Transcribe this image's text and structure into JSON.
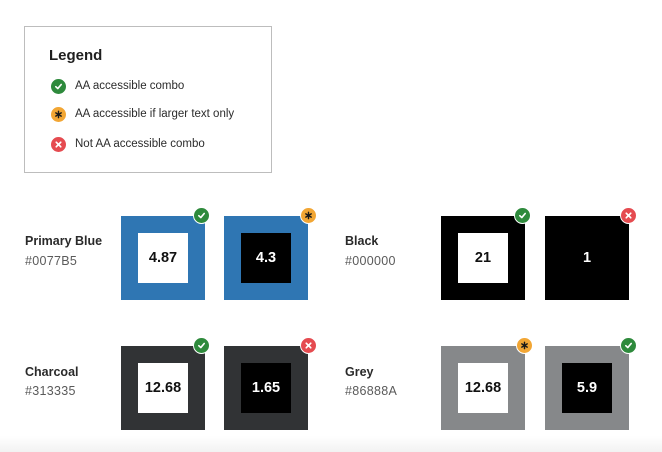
{
  "legend": {
    "title": "Legend",
    "items": [
      {
        "status": "pass",
        "icon": "check-icon",
        "label": "AA accessible combo"
      },
      {
        "status": "large",
        "icon": "asterisk-icon",
        "label": "AA accessible if larger text only"
      },
      {
        "status": "fail",
        "icon": "x-icon",
        "label": "Not AA accessible combo"
      }
    ]
  },
  "colors": {
    "primary_blue": {
      "name": "Primary Blue",
      "hex": "#0077B5",
      "swatches": [
        {
          "value": "4.87",
          "status": "pass"
        },
        {
          "value": "4.3",
          "status": "large"
        }
      ]
    },
    "black": {
      "name": "Black",
      "hex": "#000000",
      "swatches": [
        {
          "value": "21",
          "status": "pass"
        },
        {
          "value": "1",
          "status": "fail"
        }
      ]
    },
    "charcoal": {
      "name": "Charcoal",
      "hex": "#313335",
      "swatches": [
        {
          "value": "12.68",
          "status": "pass"
        },
        {
          "value": "1.65",
          "status": "fail"
        }
      ]
    },
    "grey": {
      "name": "Grey",
      "hex": "#86888A",
      "swatches": [
        {
          "value": "12.68",
          "status": "large"
        },
        {
          "value": "5.9",
          "status": "pass"
        }
      ]
    }
  },
  "status_colors": {
    "pass": "#2e8a3c",
    "large": "#f2a634",
    "fail": "#e54b50"
  }
}
